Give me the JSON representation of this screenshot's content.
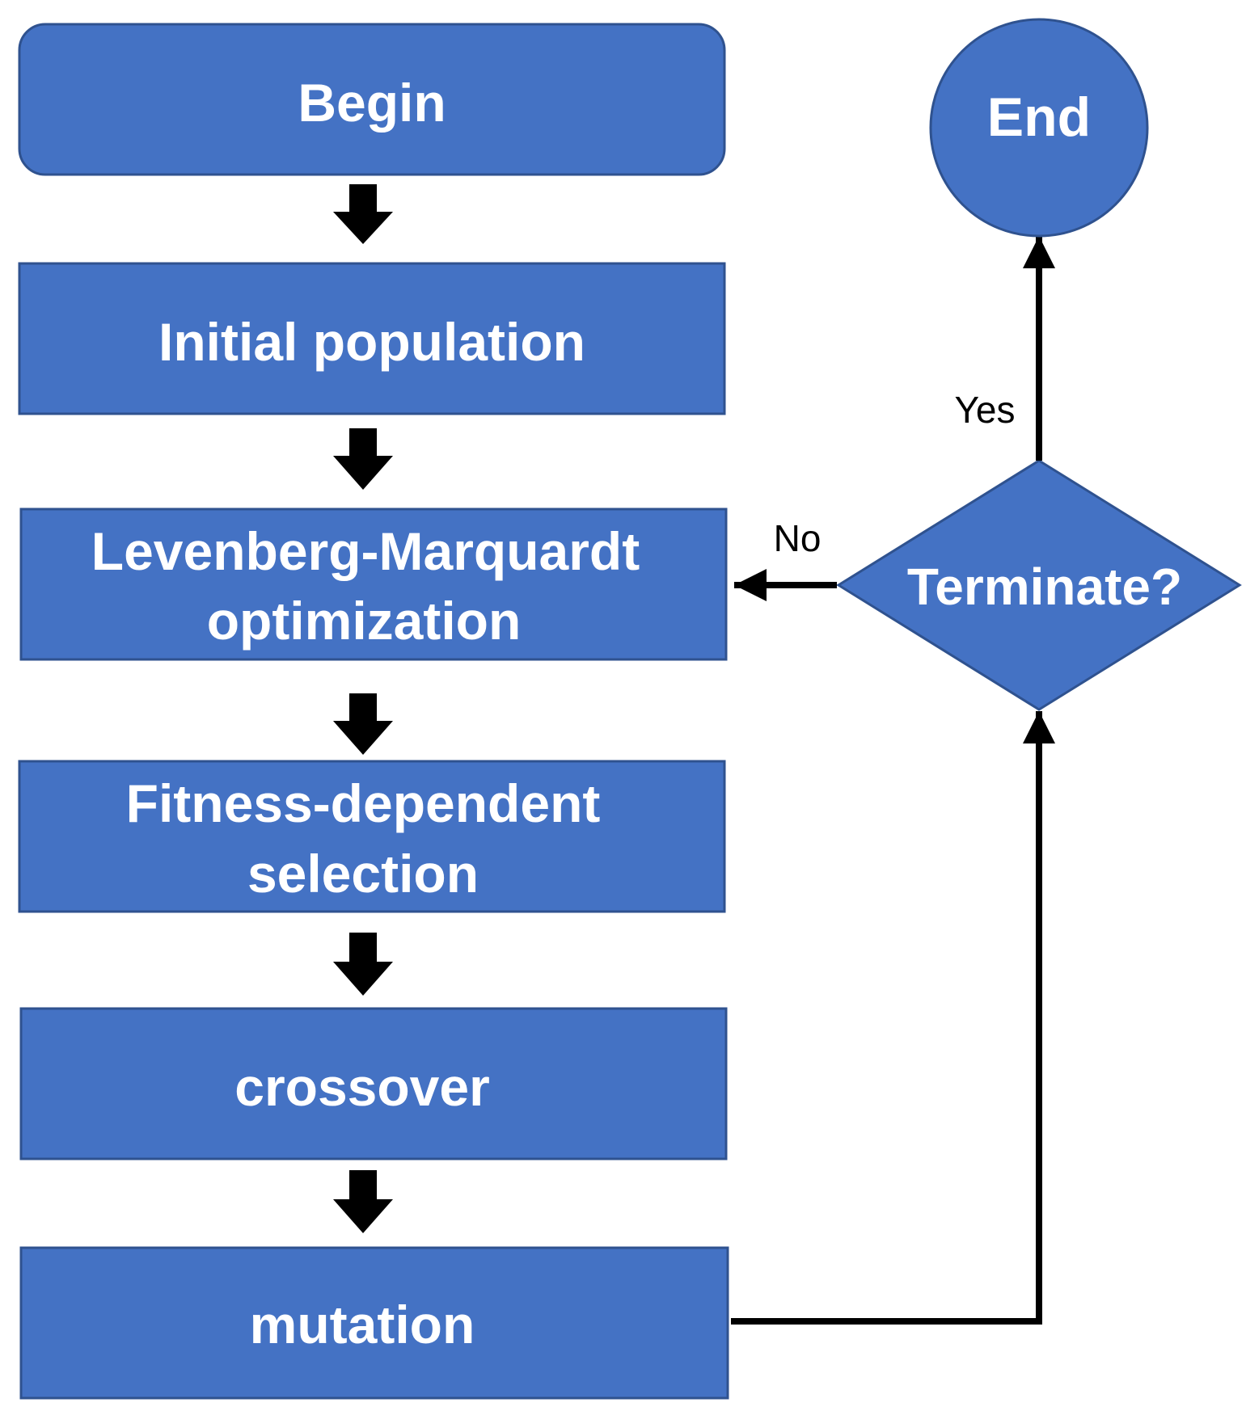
{
  "colors": {
    "node_fill": "#4472C4",
    "node_stroke": "#2F528F",
    "node_text": "#FFFFFF",
    "arrow": "#000000",
    "background": "#FFFFFF"
  },
  "nodes": {
    "begin": {
      "label": "Begin"
    },
    "initial_population": {
      "label": "Initial population"
    },
    "lm_optimization": {
      "line1": "Levenberg-Marquardt",
      "line2": "optimization"
    },
    "fitness_selection": {
      "line1": "Fitness-dependent",
      "line2": "selection"
    },
    "crossover": {
      "label": "crossover"
    },
    "mutation": {
      "label": "mutation"
    },
    "terminate": {
      "label": "Terminate?"
    },
    "end": {
      "label": "End"
    }
  },
  "edges": {
    "yes_label": "Yes",
    "no_label": "No"
  }
}
